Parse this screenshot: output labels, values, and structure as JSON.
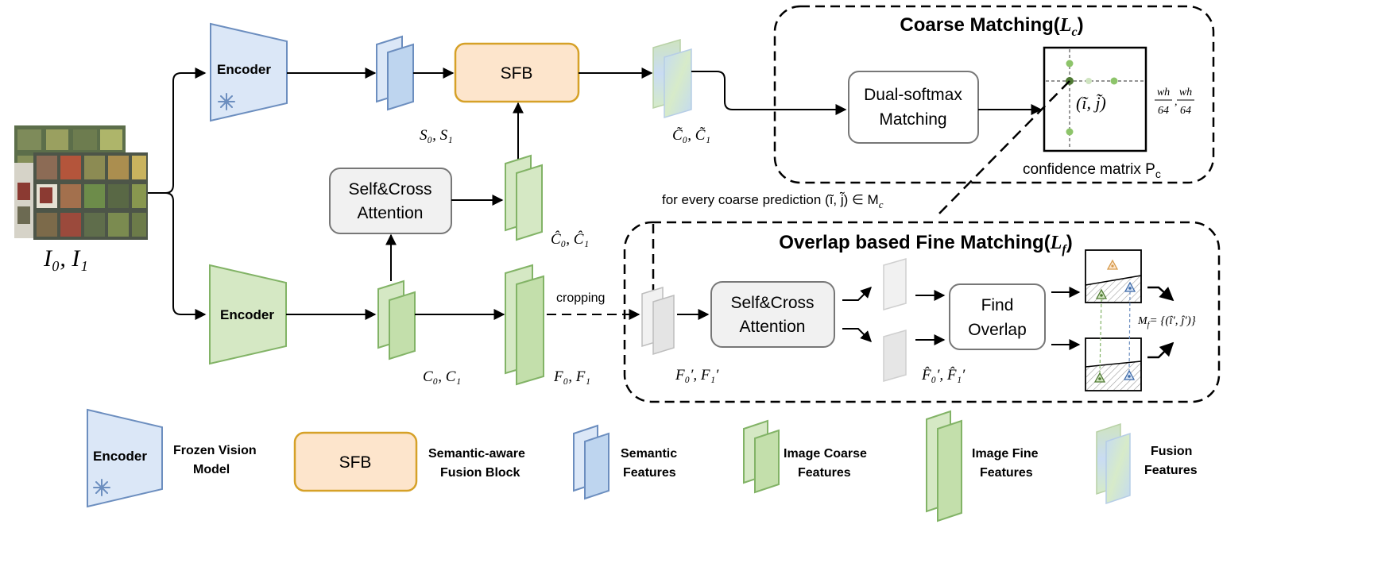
{
  "input": {
    "label": "I₀, I₁"
  },
  "encoders": {
    "top_label": "Encoder",
    "bottom_label": "Encoder"
  },
  "blocks": {
    "sfb": "SFB",
    "self_cross_top": [
      "Self&Cross",
      "Attention"
    ],
    "self_cross_fine": [
      "Self&Cross",
      "Attention"
    ],
    "dual_softmax": [
      "Dual-softmax",
      "Matching"
    ],
    "find_overlap": [
      "Find",
      "Overlap"
    ]
  },
  "features": {
    "semantic": "S₀, S₁",
    "fusion": "C̃₀, C̃₁",
    "attn_coarse": "Ĉ₀, Ĉ₁",
    "coarse": "C₀, C₁",
    "fine": "F₀, F₁",
    "crop": "F₀′, F₁′",
    "fine_attn": "F̂₀′, F̂₁′"
  },
  "annotations": {
    "cropping": "cropping",
    "for_every": "for every coarse prediction (ĩ, j̃) ∈ M",
    "for_every_sub": "c",
    "index": "(ĩ, j̃)",
    "fraction_num": "wh",
    "fraction_den": "64",
    "confidence_text": "confidence matrix P",
    "confidence_sub": "c",
    "mf": "M",
    "mf_sub": "f",
    "mf_rhs": "= {(î′, ĵ′)}"
  },
  "sections": {
    "coarse_title": "Coarse Matching(",
    "coarse_L": "L",
    "coarse_sub": "c",
    "fine_title": "Overlap based Fine Matching(",
    "fine_L": "L",
    "fine_sub": "f",
    "close_paren": ")"
  },
  "legend": {
    "encoder_label": "Encoder",
    "frozen": [
      "Frozen Vision",
      "Model"
    ],
    "sfb_label": "SFB",
    "semantic_aware": [
      "Semantic-aware",
      "Fusion Block"
    ],
    "semantic_features": [
      "Semantic",
      "Features"
    ],
    "image_coarse": [
      "Image Coarse",
      "Features"
    ],
    "image_fine": [
      "Image Fine",
      "Features"
    ],
    "fusion_features": [
      "Fusion",
      "Features"
    ]
  },
  "colors": {
    "blue_fill": "#dbe7f7",
    "blue_stroke": "#6c8ebf",
    "green_fill": "#d5e8c4",
    "green_stroke": "#82b366",
    "orange_fill": "#fde5cc",
    "orange_stroke": "#d6a128",
    "gray_fill": "#f1f1f1",
    "gray_stroke": "#777777"
  }
}
